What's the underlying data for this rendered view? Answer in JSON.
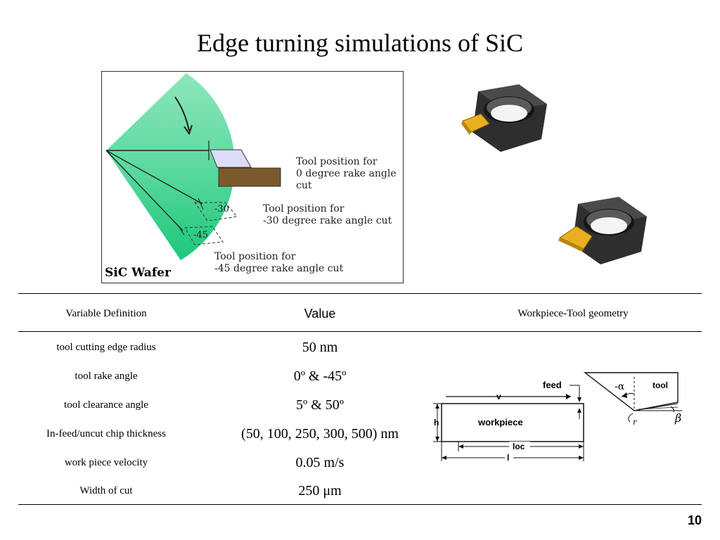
{
  "slide": {
    "title": "Edge turning simulations of SiC",
    "page_number": "10"
  },
  "diagram": {
    "labels": {
      "pos0_line1": "Tool position for",
      "pos0_line2": "0 degree rake angle cut",
      "pos30_line1": "Tool position for",
      "pos30_line2": "-30 degree rake angle cut",
      "pos45_line1": "Tool position for",
      "pos45_line2": "-45 degree rake angle cut",
      "angle_30": "-30",
      "angle_45": "-45",
      "wafer": "SiC Wafer"
    },
    "colors": {
      "wafer_green": "#3ecf8e",
      "tool_brown": "#7a5a2c",
      "tool_insert_gold": "#e8b020",
      "nut_dark": "#3a3a3a"
    }
  },
  "table": {
    "headers": {
      "variable": "Variable Definition",
      "value": "Value",
      "geometry": "Workpiece-Tool geometry"
    },
    "rows": [
      {
        "label": "tool cutting edge radius",
        "value": "50 nm"
      },
      {
        "label": "tool rake angle",
        "value": "0º & -45º"
      },
      {
        "label": "tool clearance angle",
        "value": "5º & 50º"
      },
      {
        "label": "In-feed/uncut chip thickness",
        "value": "(50, 100, 250, 300, 500) nm"
      },
      {
        "label": "work piece velocity",
        "value": "0.05 m/s"
      },
      {
        "label": "Width of cut",
        "value": "250 μm"
      }
    ]
  },
  "geometry": {
    "feed": "feed",
    "v": "v",
    "h": "h",
    "workpiece": "workpiece",
    "loc": "loc",
    "l": "l",
    "alpha": "-α",
    "tool": "tool",
    "r": "r",
    "beta": "β"
  }
}
